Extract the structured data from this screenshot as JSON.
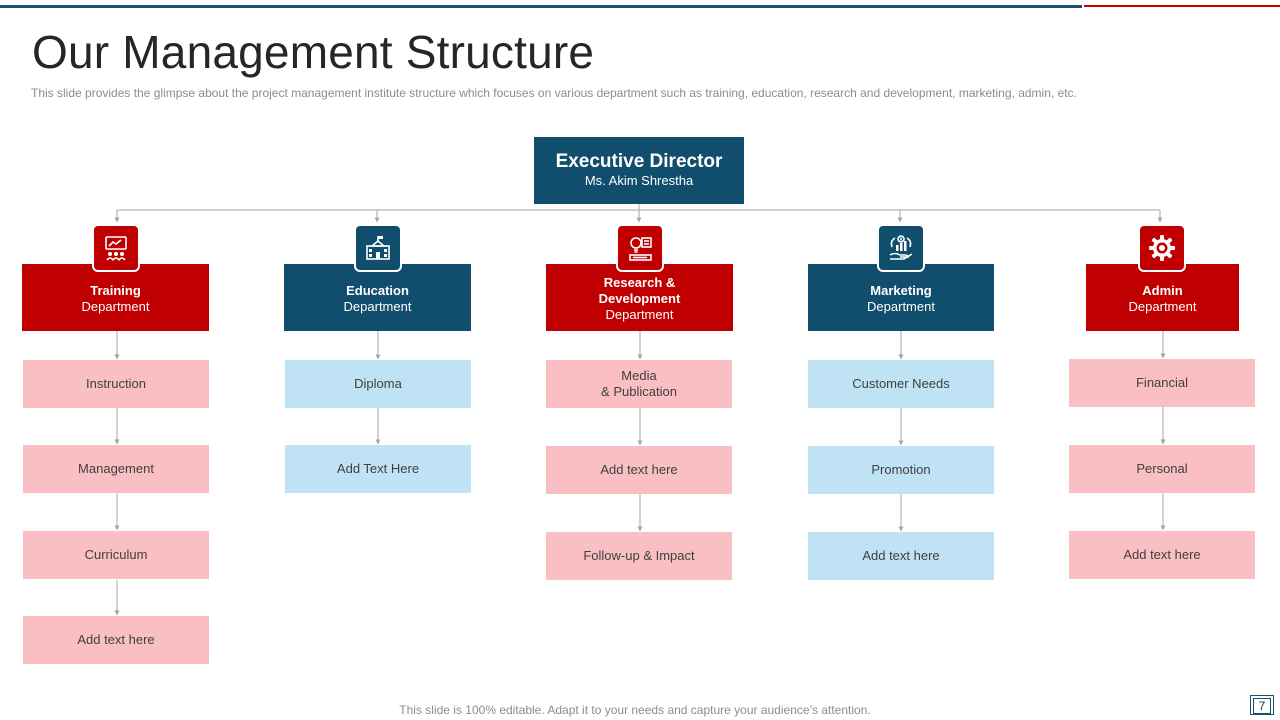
{
  "title": "Our Management Structure",
  "subtitle": "This slide provides the glimpse about the project management institute structure which focuses on various department such as training, education, research and development, marketing, admin, etc.",
  "footer": "This slide is 100% editable. Adapt it to your needs and capture your audience’s attention.",
  "page_number": "7",
  "executive": {
    "title": "Executive Director",
    "name": "Ms. Akim Shrestha"
  },
  "departments": [
    {
      "name": "Training",
      "sub": "Department",
      "icon": "presentation-icon",
      "items": [
        "Instruction",
        "Management",
        "Curriculum",
        "Add text here"
      ]
    },
    {
      "name": "Education",
      "sub": "Department",
      "icon": "school-building-icon",
      "items": [
        "Diploma",
        "Add Text Here"
      ]
    },
    {
      "name_line1": "Research &",
      "name_line2": "Development",
      "sub": "Department",
      "icon": "idea-bulb-icon",
      "items": [
        "Media",
        "& Publication",
        "Add text here",
        "Follow-up & Impact"
      ]
    },
    {
      "name": "Marketing",
      "sub": "Department",
      "icon": "marketing-strategy-icon",
      "items": [
        "Customer Needs",
        "Promotion",
        "Add text here"
      ]
    },
    {
      "name": "Admin",
      "sub": "Department",
      "icon": "gear-icon",
      "items": [
        "Financial",
        "Personal",
        "Add text here"
      ]
    }
  ],
  "colors": {
    "red": "#c00000",
    "navy": "#114d6d",
    "pink": "#f9bfc3",
    "light_blue": "#bfe3f5",
    "connector": "#a6a6a6"
  }
}
